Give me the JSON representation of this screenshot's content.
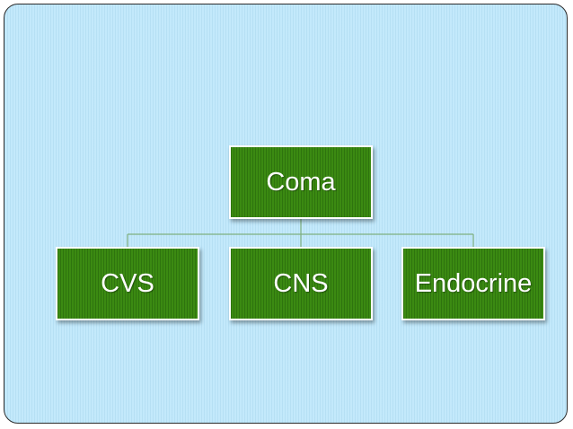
{
  "diagram": {
    "root": {
      "label": "Coma"
    },
    "children": [
      {
        "label": "CVS"
      },
      {
        "label": "CNS"
      },
      {
        "label": "Endocrine"
      }
    ]
  },
  "colors": {
    "background": "#c3e9fb",
    "node_fill": "#3b8a12",
    "node_border": "#ffffff",
    "connector": "#7fb07f",
    "slide_border": "#2b2b2b"
  }
}
